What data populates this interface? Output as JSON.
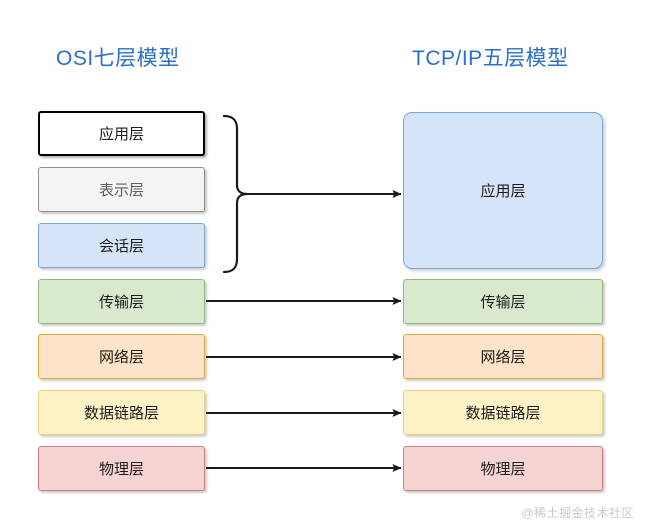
{
  "diagram": {
    "background_color": "#ffffff",
    "title_color": "#2a6fc9",
    "connector_color": "#1a1a1a"
  },
  "left_panel": {
    "title": "OSI七层模型",
    "layers": [
      {
        "label": "应用层",
        "fill": "#ffffff",
        "stroke": "#000000"
      },
      {
        "label": "表示层",
        "fill": "#f4f4f4",
        "stroke": "#8e8e8e"
      },
      {
        "label": "会话层",
        "fill": "#d6e4f7",
        "stroke": "#7ba7d7"
      },
      {
        "label": "传输层",
        "fill": "#d9e9ce",
        "stroke": "#94b77f"
      },
      {
        "label": "网络层",
        "fill": "#fde3c8",
        "stroke": "#e0a93c"
      },
      {
        "label": "数据链路层",
        "fill": "#fdf2c6",
        "stroke": "#e8d383"
      },
      {
        "label": "物理层",
        "fill": "#f6d3d3",
        "stroke": "#cc8080"
      }
    ]
  },
  "right_panel": {
    "title": "TCP/IP五层模型",
    "layers": [
      {
        "label": "应用层",
        "fill": "#d6e4f7",
        "stroke": "#7ba7d7"
      },
      {
        "label": "传输层",
        "fill": "#d9e9ce",
        "stroke": "#94b77f"
      },
      {
        "label": "网络层",
        "fill": "#fde3c8",
        "stroke": "#e0a93c"
      },
      {
        "label": "数据链路层",
        "fill": "#fdf2c6",
        "stroke": "#e8d383"
      },
      {
        "label": "物理层",
        "fill": "#f6d3d3",
        "stroke": "#cc8080"
      }
    ]
  },
  "mappings": [
    {
      "from": [
        "应用层",
        "表示层",
        "会话层"
      ],
      "to": "应用层",
      "style": "brace-arrow"
    },
    {
      "from": [
        "传输层"
      ],
      "to": "传输层",
      "style": "arrow"
    },
    {
      "from": [
        "网络层"
      ],
      "to": "网络层",
      "style": "arrow"
    },
    {
      "from": [
        "数据链路层"
      ],
      "to": "数据链路层",
      "style": "arrow"
    },
    {
      "from": [
        "物理层"
      ],
      "to": "物理层",
      "style": "arrow"
    }
  ],
  "watermark": {
    "text": "@稀土掘金技术社区"
  }
}
